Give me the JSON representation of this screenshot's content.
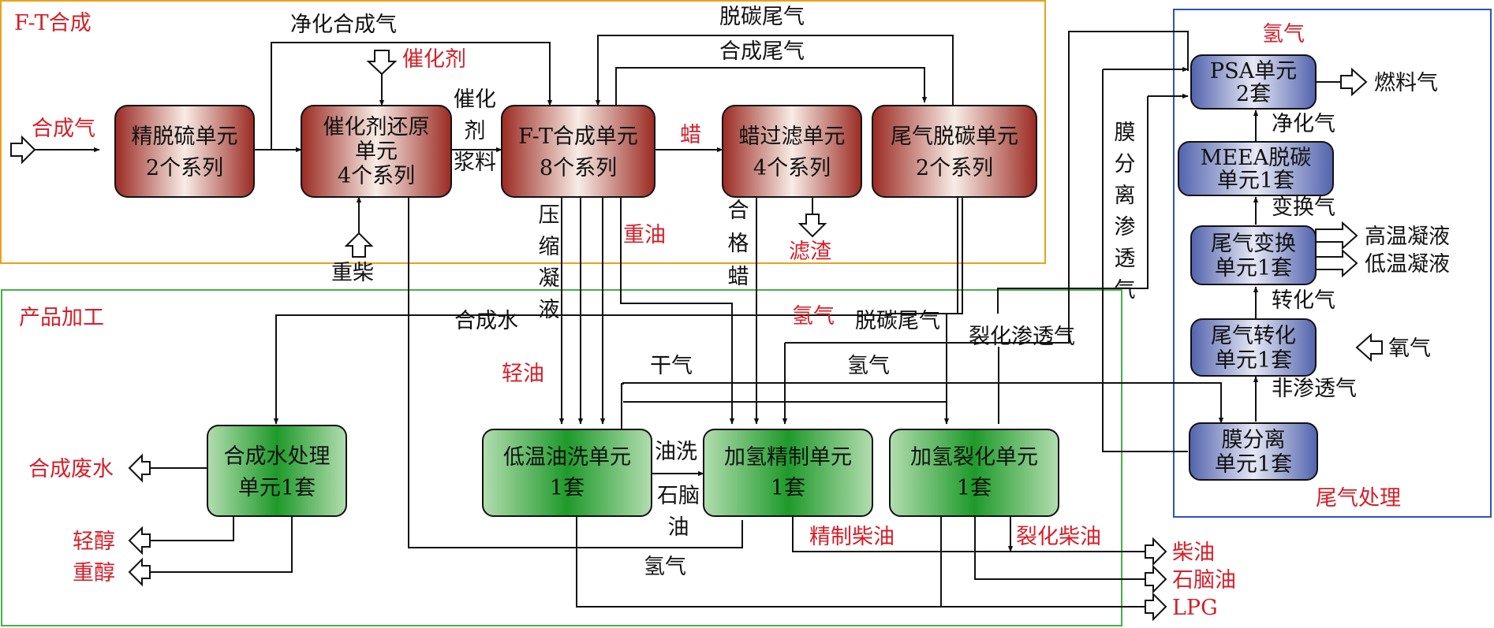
{
  "sections": {
    "ft": {
      "title": "F-T合成",
      "color": "#e8a317"
    },
    "product": {
      "title": "产品加工",
      "color": "#46b146"
    },
    "tail": {
      "title": "尾气处理",
      "color": "#3050c0"
    }
  },
  "boxes": {
    "desulf": [
      "精脱硫单元",
      "2个系列"
    ],
    "catred": [
      "催化剂还原",
      "单元",
      "4个系列"
    ],
    "ftsyn": [
      "F-T合成单元",
      "8个系列"
    ],
    "waxfil": [
      "蜡过滤单元",
      "4个系列"
    ],
    "decarb": [
      "尾气脱碳单元",
      "2个系列"
    ],
    "psa": [
      "PSA单元",
      "2套"
    ],
    "meea": [
      "MEEA脱碳",
      "单元1套"
    ],
    "shift": [
      "尾气变换",
      "单元1套"
    ],
    "reform": [
      "尾气转化",
      "单元1套"
    ],
    "membrane": [
      "膜分离",
      "单元1套"
    ],
    "water": [
      "合成水处理",
      "单元1套"
    ],
    "oilwash": [
      "低温油洗单元",
      "1套"
    ],
    "hydrotreat": [
      "加氢精制单元",
      "1套"
    ],
    "hydrocrack": [
      "加氢裂化单元",
      "1套"
    ]
  },
  "labels": {
    "syngas": "合成气",
    "purified_syngas": "净化合成气",
    "catalyst": "催化剂",
    "catalyst_slurry": [
      "催化",
      "剂",
      "浆料"
    ],
    "wax": "蜡",
    "decarb_tailgas_top": "脱碳尾气",
    "syn_tailgas": "合成尾气",
    "hydrogen_top": "氢气",
    "fuel_gas": "燃料气",
    "purified_gas": "净化气",
    "shift_gas": "变换气",
    "hi_temp_condensate": "高温凝液",
    "lo_temp_condensate": "低温凝液",
    "converted_gas": "转化气",
    "oxygen": "氧气",
    "non_permeate": "非渗透气",
    "membrane_permeate": [
      "膜",
      "分",
      "离",
      "渗",
      "透",
      "气"
    ],
    "filter_residue": "滤渣",
    "heavy_diesel": "重柴",
    "compressed_condensate": [
      "压",
      "缩",
      "凝",
      "液"
    ],
    "heavy_oil": "重油",
    "qualified_wax": [
      "合",
      "格",
      "蜡"
    ],
    "hydrogen_mid": "氢气",
    "decarb_tailgas_mid": "脱碳尾气",
    "synthetic_water": "合成水",
    "crack_permeate": "裂化渗透气",
    "light_oil": "轻油",
    "dry_gas": "干气",
    "hydrogen_line": "氢气",
    "oil_wash": "油洗",
    "naphtha_short": [
      "石脑",
      "油"
    ],
    "hydrogen_bottom": "氢气",
    "refined_diesel": "精制柴油",
    "cracked_diesel": "裂化柴油",
    "diesel": "柴油",
    "naphtha": "石脑油",
    "lpg": "LPG",
    "syn_wastewater": "合成废水",
    "light_alcohol": "轻醇",
    "heavy_alcohol": "重醇"
  }
}
